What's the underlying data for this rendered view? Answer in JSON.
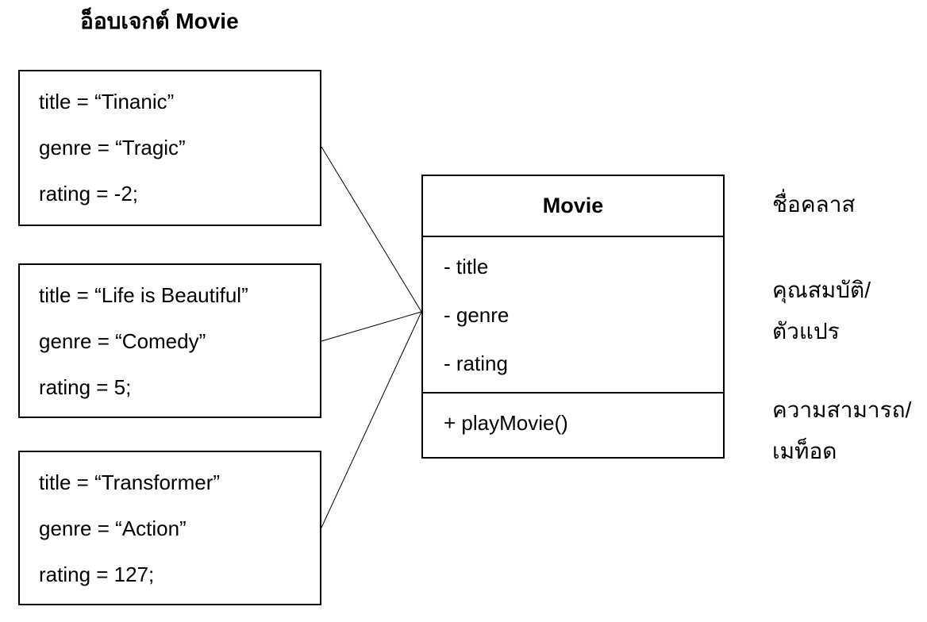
{
  "title": "อ็อบเจกต์ Movie",
  "object_boxes": [
    {
      "title_line": "title = “Tinanic”",
      "genre_line": "genre = “Tragic”",
      "rating_line": "rating = -2;"
    },
    {
      "title_line": "title = “Life is Beautiful”",
      "genre_line": "genre = “Comedy”",
      "rating_line": "rating = 5;"
    },
    {
      "title_line": "title = “Transformer”",
      "genre_line": "genre = “Action”",
      "rating_line": "rating = 127;"
    }
  ],
  "class_box": {
    "name": "Movie",
    "attributes": [
      "- title",
      "- genre",
      "- rating"
    ],
    "methods": [
      "+ playMovie()"
    ]
  },
  "annotations": {
    "class_name_label": "ชื่อคลาส",
    "attributes_label_line1": "คุณสมบัติ/",
    "attributes_label_line2": "ตัวแปร",
    "methods_label_line1": "ความสามารถ/",
    "methods_label_line2": "เมท็อด"
  },
  "colors": {
    "text": "#000000",
    "border": "#000000",
    "background": "#ffffff"
  }
}
